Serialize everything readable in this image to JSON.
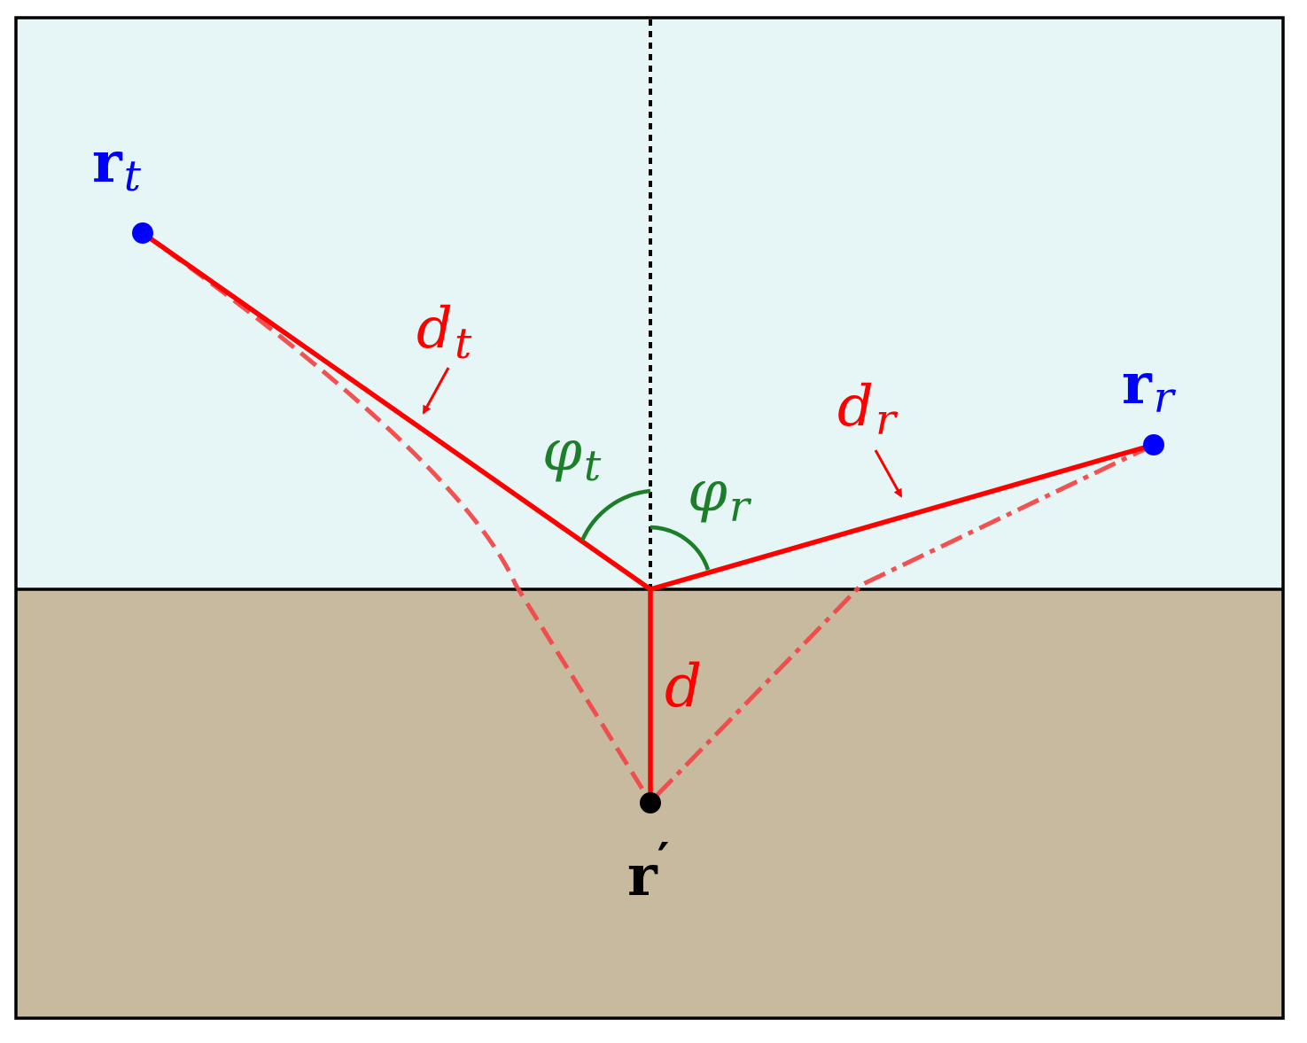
{
  "colors": {
    "air": "#e6f5f5",
    "ground": "#c8ba9f",
    "frame": "#000000",
    "path": "#ff0000",
    "path_refracted": "#f24848",
    "angle": "#1a7f28",
    "antenna": "#0000ff",
    "scatterer": "#000000",
    "normal": "#000000"
  },
  "labels": {
    "transmitter": {
      "base": "r",
      "sub": "t"
    },
    "receiver": {
      "base": "r",
      "sub": "r"
    },
    "scatterer": {
      "base": "r",
      "prime": "′"
    },
    "dist_t": {
      "base": "d",
      "sub": "t"
    },
    "dist_r": {
      "base": "d",
      "sub": "r"
    },
    "depth": {
      "base": "d"
    },
    "angle_t": {
      "base": "φ",
      "sub": "t"
    },
    "angle_r": {
      "base": "φ",
      "sub": "r"
    }
  },
  "icons": {
    "transmitter": "filled-circle",
    "receiver": "filled-circle",
    "scatterer": "filled-circle",
    "arrow_dt": "arrow-down-left",
    "arrow_dr": "arrow-down-right"
  }
}
